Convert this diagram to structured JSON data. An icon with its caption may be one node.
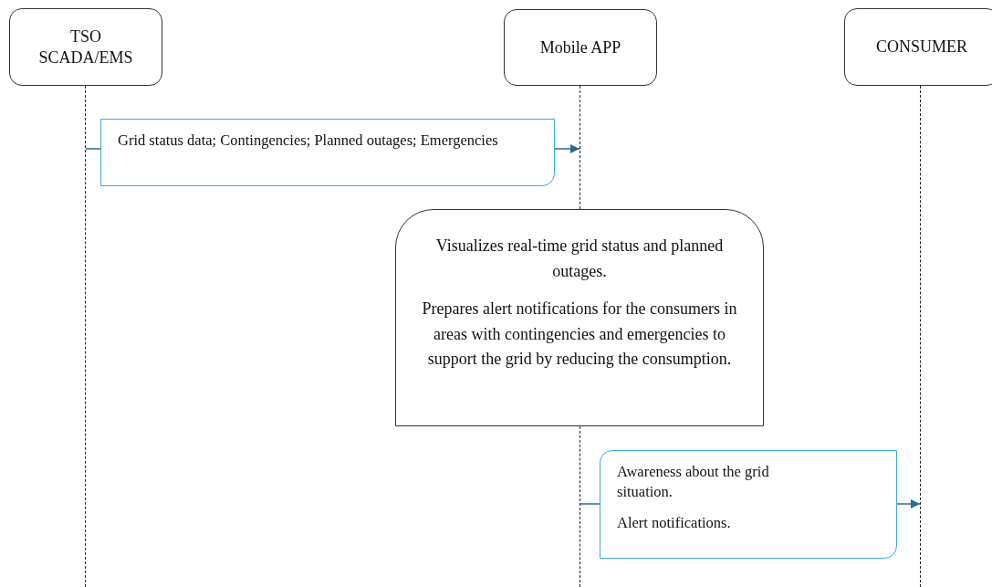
{
  "diagram": {
    "nodes": [
      {
        "text": [
          "TSO SCADA/EMS"
        ]
      },
      {
        "text": [],
        "shape": "line"
      },
      {
        "text": [
          "Mobile APP"
        ]
      },
      {
        "text": [],
        "shape": "line"
      },
      {
        "text": [
          "CONSUMER"
        ]
      },
      {
        "text": [],
        "shape": "line"
      },
      {
        "text": [
          "Grid status data; Contingencies; Planned outages; Emergencies"
        ]
      },
      {
        "text": [
          "Visualizes real-time grid status and planned outages.",
          "Prepares alert notifications for the consumers in areas with contingencies and emergencies to support the grid by reducing the consumption."
        ]
      },
      {
        "text": [],
        "shape": "line"
      },
      {
        "text": [
          "Awareness about the grid situation.",
          "Alert notifications."
        ]
      }
    ],
    "edges": [
      {
        "from": 1,
        "to": 6,
        "arrow": "none"
      },
      {
        "from": 6,
        "to": 3,
        "arrow": "to"
      },
      {
        "from": 8,
        "to": 9,
        "arrow": "none"
      },
      {
        "from": 9,
        "to": 5,
        "arrow": "to"
      }
    ]
  }
}
